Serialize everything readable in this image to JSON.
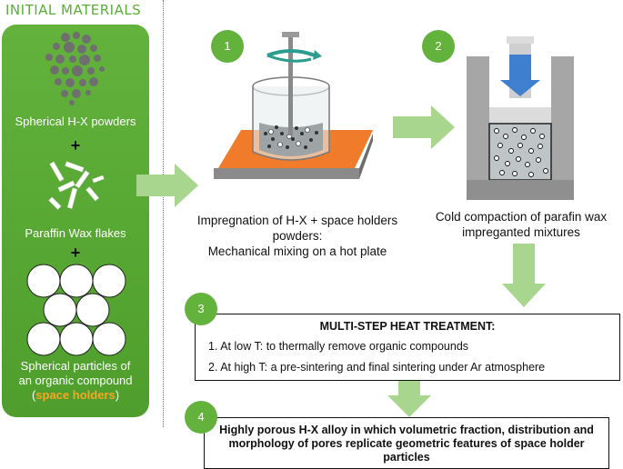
{
  "left_panel": {
    "heading": "INITIAL MATERIALS",
    "item1_label": "Spherical H-X powders",
    "plus": "+",
    "item2_label": "Paraffin Wax flakes",
    "item3_label_line1": "Spherical particles of",
    "item3_label_line2": "an organic compound",
    "item3_label_open": "(",
    "item3_label_highlight": "space holders",
    "item3_label_close": ")"
  },
  "steps": [
    {
      "number": "1"
    },
    {
      "number": "2"
    },
    {
      "number": "3"
    },
    {
      "number": "4"
    }
  ],
  "step1_caption_line1": "Impregnation of H-X + space holders",
  "step1_caption_line2": "powders:",
  "step1_caption_line3": "Mechanical mixing on a hot plate",
  "step2_caption_line1": "Cold compaction of parafin wax",
  "step2_caption_line2": "impreganted mixtures",
  "step3": {
    "title": "MULTI-STEP HEAT TREATMENT:",
    "item1": "1.   At low T: to thermally remove organic compounds",
    "item2": "2.   At high T: a pre-sintering and final sintering under Ar atmosphere"
  },
  "step4": {
    "text": "Highly porous H-X alloy in which volumetric fraction, distribution and morphology of pores replicate geometric features of space holder particles"
  },
  "colors": {
    "green": "#62b23c",
    "arrow_green": "#a9d68e",
    "highlight_orange": "#f5a623",
    "press_blue": "#3f7fd0",
    "hotplate_orange": "#f07b2a"
  }
}
